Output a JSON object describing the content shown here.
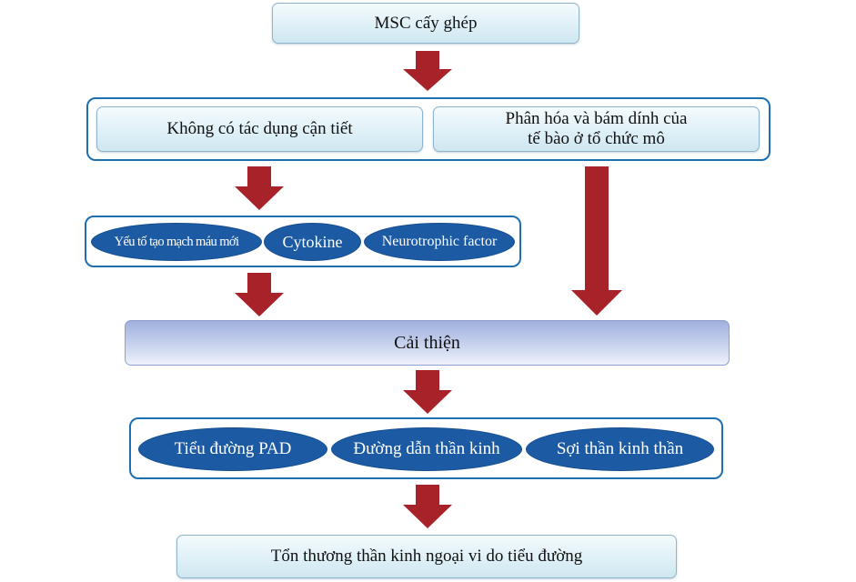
{
  "diagram": {
    "top": "MSC cấy ghép",
    "branch_left": "Không có tác dụng cận tiết",
    "branch_right_line1": "Phân hóa và bám dính của",
    "branch_right_line2": "tế bào ở tổ chức mô",
    "factors": [
      "Yếu tố tạo mạch máu mới",
      "Cytokine",
      "Neurotrophic factor"
    ],
    "improve": "Cải thiện",
    "outcomes": [
      "Tiểu đường PAD",
      "Đường dẫn thần kinh",
      "Sợi thần kinh thần"
    ],
    "bottom": "Tổn thương thần kinh ngoại vi do tiểu đường"
  },
  "colors": {
    "arrow": "#a8222a",
    "ellipse": "#1c5ba3",
    "group_border": "#1e6fb0"
  }
}
